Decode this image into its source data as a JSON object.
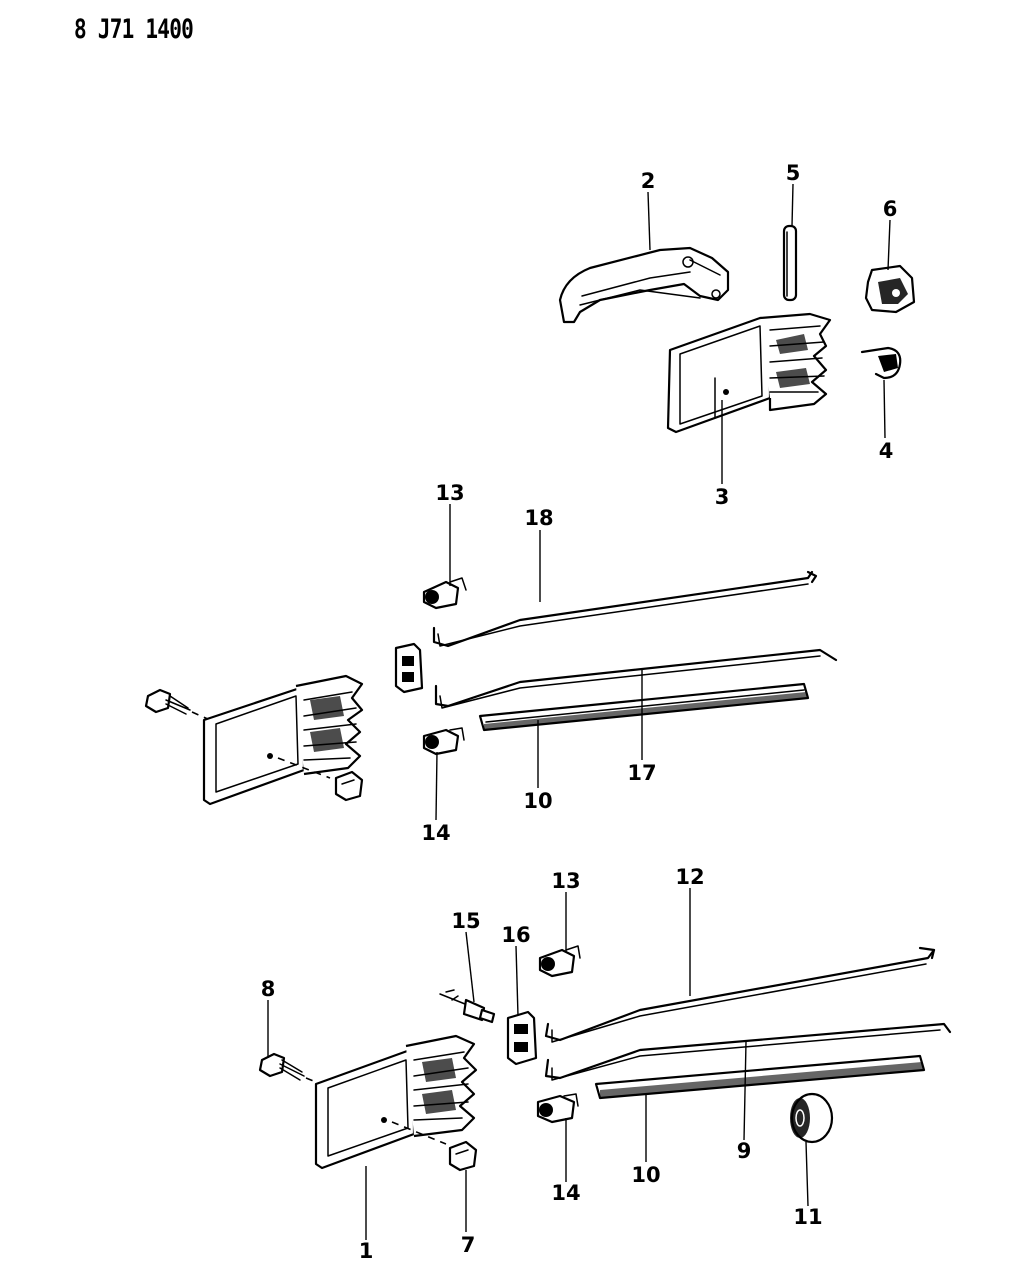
{
  "catalog_number": "8 J71 1400",
  "callouts": {
    "c1": "1",
    "c2": "2",
    "c3": "3",
    "c4": "4",
    "c5": "5",
    "c6": "6",
    "c7": "7",
    "c8": "8",
    "c9": "9",
    "c10a": "10",
    "c10b": "10",
    "c11": "11",
    "c12": "12",
    "c13a": "13",
    "c13b": "13",
    "c14a": "14",
    "c14b": "14",
    "c15": "15",
    "c16": "16",
    "c17": "17",
    "c18": "18"
  }
}
